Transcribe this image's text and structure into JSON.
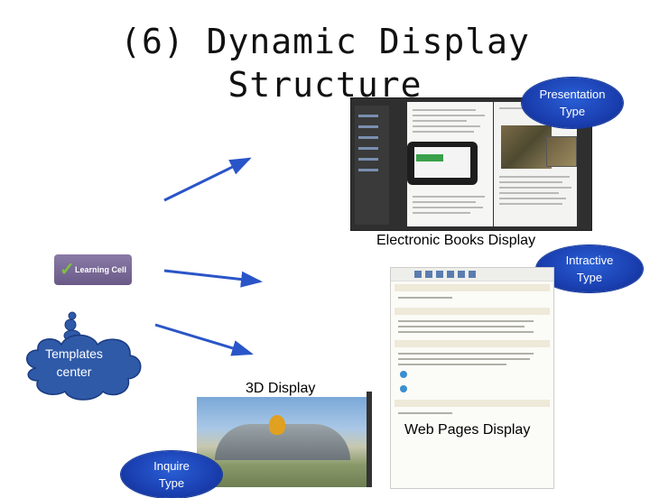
{
  "title": "(6) Dynamic Display\nStructure",
  "title_line1": "(6) Dynamic Display",
  "title_line2": "Structure",
  "labels": {
    "presentation_type": "Presentation\nType",
    "presentation_line1": "Presentation",
    "presentation_line2": "Type",
    "intractive_line1": "Intractive",
    "intractive_line2": "Type",
    "inquire_line1": "Inquire",
    "inquire_line2": "Type",
    "templates_line1": "Templates",
    "templates_line2": "center"
  },
  "captions": {
    "ebook": "Electronic Books Display",
    "three_d": "3D Display",
    "web": "Web Pages Display"
  },
  "logo": {
    "text": "Learning Cell"
  },
  "colors": {
    "bubble_blue": "#1a3fb0",
    "arrow_blue": "#2a55c8",
    "cloud_fill": "#2f5aa8"
  }
}
